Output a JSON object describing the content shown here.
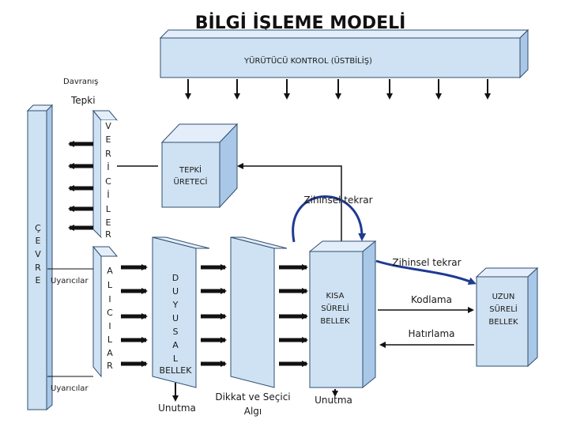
{
  "title": "BİLGİ İŞLEME MODELİ",
  "boxes": {
    "executive": "YÜRÜTÜCÜ KONTROL (ÜSTBİLİŞ)",
    "response_gen": [
      "TEPKİ",
      "ÜRETECİ"
    ],
    "short_term": [
      "KISA",
      "SÜRELİ",
      "BELLEK"
    ],
    "long_term": [
      "UZUN",
      "SÜRELİ",
      "BELLEK"
    ]
  },
  "vertical_labels": {
    "cevre": [
      "Ç",
      "E",
      "V",
      "R",
      "E"
    ],
    "verici": [
      "V",
      "E",
      "R",
      "İ",
      "C",
      "İ",
      "L",
      "E",
      "R"
    ],
    "alicilar": [
      "A",
      "L",
      "I",
      "C",
      "I",
      "L",
      "A",
      "R"
    ],
    "duyusal": [
      "D",
      "U",
      "Y",
      "U",
      "S",
      "A",
      "L",
      "BELLEK"
    ]
  },
  "labels": {
    "davranis": "Davranış",
    "tepki": "Tepki",
    "uyaricilar_1": "Uyarıcılar",
    "uyaricilar_2": "Uyarıcılar",
    "zihinsel_tekrar_1": "Zihinsel tekrar",
    "zihinsel_tekrar_2": "Zihinsel tekrar",
    "kodlama": "Kodlama",
    "hatirlama": "Hatırlama",
    "unutma_1": "Unutma",
    "unutma_2": "Unutma",
    "dikkat_1": "Dikkat ve Seçici",
    "dikkat_2": "Algı"
  },
  "colors": {
    "box_fill": "#cfe2f3",
    "box_side": "#a9c7e6",
    "box_top": "#e4eefa",
    "stroke": "#2f4f6f",
    "arrow": "#111111",
    "curve": "#1f3a93"
  }
}
